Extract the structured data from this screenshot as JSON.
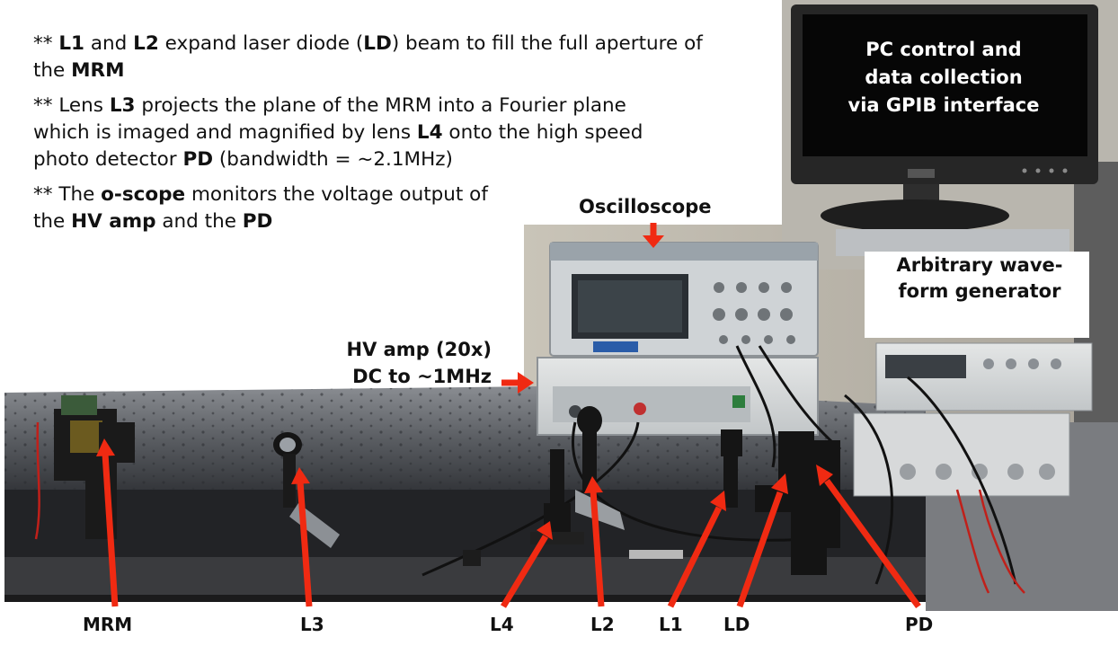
{
  "notes": [
    [
      {
        "t": "** ",
        "b": false
      },
      {
        "t": "L1",
        "b": true
      },
      {
        "t": " and ",
        "b": false
      },
      {
        "t": "L2",
        "b": true
      },
      {
        "t": " expand laser diode (",
        "b": false
      },
      {
        "t": "LD",
        "b": true
      },
      {
        "t": ") beam to fill the full aperture of the ",
        "b": false
      },
      {
        "t": "MRM",
        "b": true
      }
    ],
    [
      {
        "t": "** Lens ",
        "b": false
      },
      {
        "t": "L3",
        "b": true
      },
      {
        "t": " projects the plane of the  MRM into a Fourier plane which is  imaged and magnified by lens ",
        "b": false
      },
      {
        "t": "L4",
        "b": true
      },
      {
        "t": " onto the high speed photo detector ",
        "b": false
      },
      {
        "t": "PD",
        "b": true
      },
      {
        "t": " (bandwidth = ~2.1MHz)",
        "b": false
      }
    ],
    [
      {
        "t": "** The ",
        "b": false
      },
      {
        "t": "o-scope",
        "b": true
      },
      {
        "t": " monitors the voltage output of the ",
        "b": false
      },
      {
        "t": "HV amp",
        "b": true
      },
      {
        "t": " and the ",
        "b": false
      },
      {
        "t": "PD",
        "b": true
      }
    ]
  ],
  "labels": {
    "pc_line1": "PC control and",
    "pc_line2": "data collection",
    "pc_line3": "via GPIB interface",
    "oscilloscope": "Oscilloscope",
    "awg_line1": "Arbitrary wave-",
    "awg_line2": "form generator",
    "hv_line1": "HV amp (20x)",
    "hv_line2": "DC to ~1MHz"
  },
  "bottom_labels": {
    "mrm": "MRM",
    "l3": "L3",
    "l4": "L4",
    "l2": "L2",
    "l1": "L1",
    "ld": "LD",
    "pd": "PD"
  },
  "colors": {
    "arrow": "#f02a12",
    "table_top": "#4a4d52",
    "monitor_screen": "#060606",
    "background": "#ffffff"
  }
}
